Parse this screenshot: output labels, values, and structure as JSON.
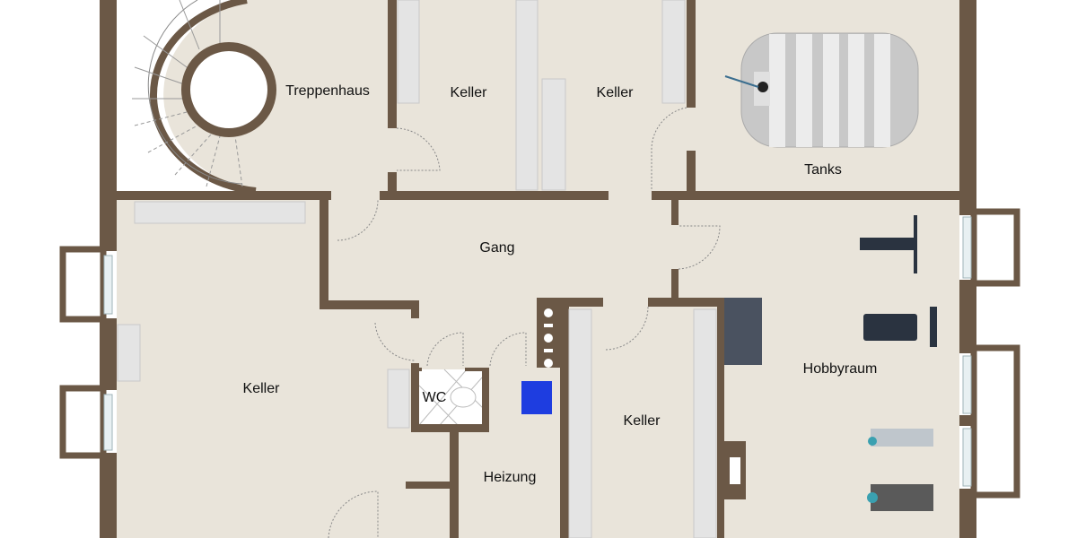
{
  "floorplan": {
    "rooms": {
      "treppenhaus": "Treppenhaus",
      "keller_top_1": "Keller",
      "keller_top_2": "Keller",
      "tanks": "Tanks",
      "gang": "Gang",
      "keller_left": "Keller",
      "wc": "WC",
      "heizung": "Heizung",
      "keller_middle": "Keller",
      "hobbyraum": "Hobbyraum"
    },
    "colors": {
      "wall": "#6b5846",
      "floor": "#e9e4da",
      "heater": "#1e3de0",
      "equipment": "#2a3340"
    }
  }
}
